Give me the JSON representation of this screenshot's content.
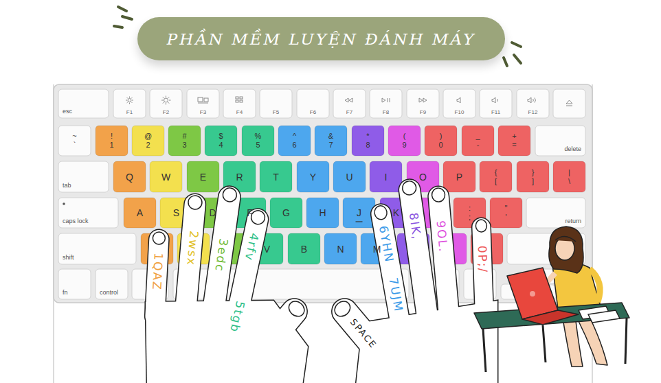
{
  "diagram": {
    "title": "PHẦN MỀM LUYỆN ĐÁNH MÁY",
    "nodes": [
      {
        "text": [
          "esc"
        ]
      },
      {
        "text": [
          "F1"
        ]
      },
      {
        "text": [
          "F2"
        ]
      },
      {
        "text": [
          "F3"
        ]
      },
      {
        "text": [
          "F4"
        ]
      },
      {
        "text": [
          "F5"
        ]
      },
      {
        "text": [
          "F6"
        ]
      },
      {
        "text": [
          "F7"
        ]
      },
      {
        "text": [
          "F8"
        ]
      },
      {
        "text": [
          "F9"
        ]
      },
      {
        "text": [
          "F10"
        ]
      },
      {
        "text": [
          "F11"
        ]
      },
      {
        "text": [
          "F12"
        ]
      },
      {
        "text": [
          "~",
          "`"
        ]
      },
      {
        "text": [
          "!",
          "1"
        ]
      },
      {
        "text": [
          "@",
          "2"
        ]
      },
      {
        "text": [
          "#",
          "3"
        ]
      },
      {
        "text": [
          "$",
          "4"
        ]
      },
      {
        "text": [
          "%",
          "5"
        ]
      },
      {
        "text": [
          "^",
          "6"
        ]
      },
      {
        "text": [
          "&",
          "7"
        ]
      },
      {
        "text": [
          "*",
          "8"
        ]
      },
      {
        "text": [
          "(",
          "9"
        ]
      },
      {
        "text": [
          ")",
          "0"
        ]
      },
      {
        "text": [
          "_",
          "-"
        ]
      },
      {
        "text": [
          "+",
          "="
        ]
      },
      {
        "text": [
          "delete"
        ]
      },
      {
        "text": [
          "tab"
        ]
      },
      {
        "text": [
          "Q"
        ]
      },
      {
        "text": [
          "W"
        ]
      },
      {
        "text": [
          "E"
        ]
      },
      {
        "text": [
          "R"
        ]
      },
      {
        "text": [
          "T"
        ]
      },
      {
        "text": [
          "Y"
        ]
      },
      {
        "text": [
          "U"
        ]
      },
      {
        "text": [
          "I"
        ]
      },
      {
        "text": [
          "O"
        ]
      },
      {
        "text": [
          "P"
        ]
      },
      {
        "text": [
          "{",
          "["
        ]
      },
      {
        "text": [
          "}",
          "]"
        ]
      },
      {
        "text": [
          "|",
          "\\"
        ]
      },
      {
        "text": [
          "caps lock"
        ]
      },
      {
        "text": [
          "A"
        ]
      },
      {
        "text": [
          "S"
        ]
      },
      {
        "text": [
          "D"
        ]
      },
      {
        "text": [
          "F"
        ]
      },
      {
        "text": [
          "G"
        ]
      },
      {
        "text": [
          "H"
        ]
      },
      {
        "text": [
          "J"
        ]
      },
      {
        "text": [
          "K"
        ]
      },
      {
        "text": [
          ":",
          ";"
        ]
      },
      {
        "text": [
          "\"",
          "'"
        ]
      },
      {
        "text": [
          "return"
        ]
      },
      {
        "text": [
          "shift"
        ]
      },
      {
        "text": [
          "V"
        ]
      },
      {
        "text": [
          "B"
        ]
      },
      {
        "text": [
          "N"
        ]
      },
      {
        "text": [
          "M"
        ]
      },
      {
        "text": [
          "fn"
        ]
      },
      {
        "text": [
          "control"
        ]
      }
    ],
    "labels": [
      "1QAZ",
      "2wsx",
      "3edc",
      "4rfv",
      "5tgb",
      "6YHN",
      "7UJM",
      "8IK,",
      "9OL.",
      "0P;/",
      "SPACE"
    ]
  }
}
